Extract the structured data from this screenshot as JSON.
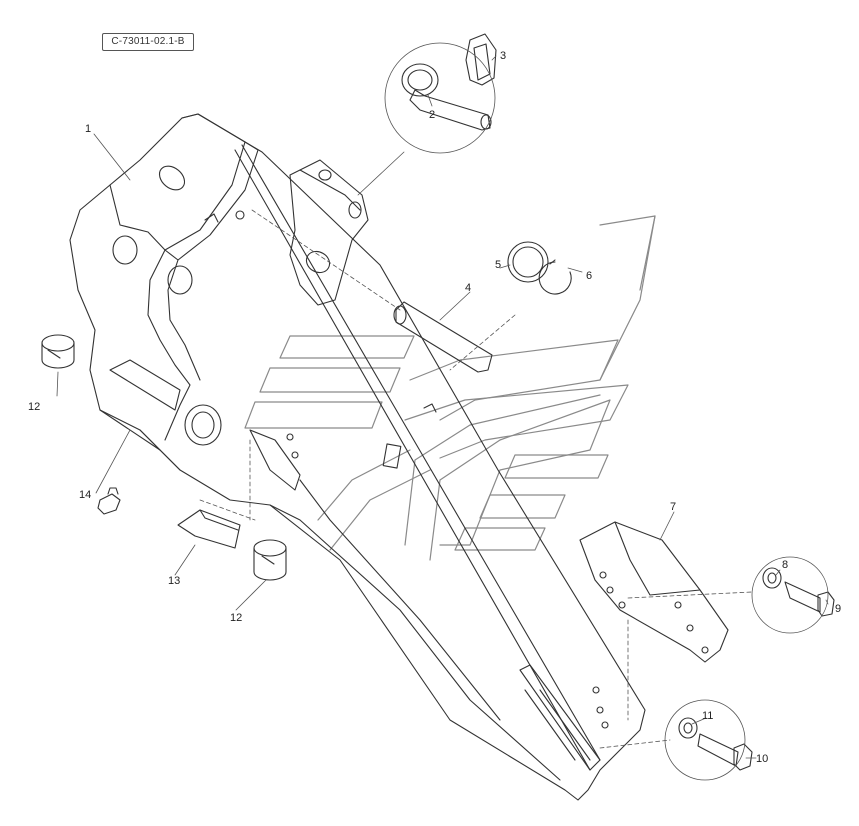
{
  "drawing": {
    "reference_code": "C-73011-02.1-B"
  },
  "callouts": [
    {
      "id": "c1",
      "label": "1"
    },
    {
      "id": "c2",
      "label": "2"
    },
    {
      "id": "c3",
      "label": "3"
    },
    {
      "id": "c4",
      "label": "4"
    },
    {
      "id": "c5",
      "label": "5"
    },
    {
      "id": "c6",
      "label": "6"
    },
    {
      "id": "c7",
      "label": "7"
    },
    {
      "id": "c8",
      "label": "8"
    },
    {
      "id": "c9",
      "label": "9"
    },
    {
      "id": "c10",
      "label": "10"
    },
    {
      "id": "c11",
      "label": "11"
    },
    {
      "id": "c12a",
      "label": "12"
    },
    {
      "id": "c12b",
      "label": "12"
    },
    {
      "id": "c13",
      "label": "13"
    },
    {
      "id": "c14",
      "label": "14"
    }
  ],
  "colors": {
    "line": "#333333",
    "leader": "#555555",
    "watermark": "#8a8a8a"
  }
}
